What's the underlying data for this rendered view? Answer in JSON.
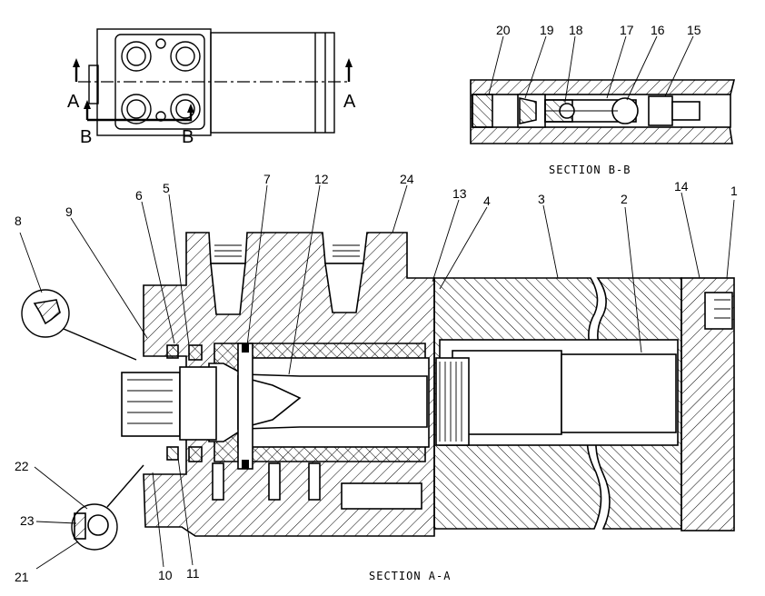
{
  "sections": {
    "a_a": "SECTION A-A",
    "b_b": "SECTION B-B"
  },
  "cut_markers": {
    "a_left": "A",
    "a_right": "A",
    "b_left": "B",
    "b_right": "B"
  },
  "callouts": {
    "c1": "1",
    "c2": "2",
    "c3": "3",
    "c4": "4",
    "c5": "5",
    "c6": "6",
    "c7": "7",
    "c8": "8",
    "c9": "9",
    "c10": "10",
    "c11": "11",
    "c12": "12",
    "c13": "13",
    "c14": "14",
    "c15": "15",
    "c16": "16",
    "c17": "17",
    "c18": "18",
    "c19": "19",
    "c20": "20",
    "c21": "21",
    "c22": "22",
    "c23": "23",
    "c24": "24"
  }
}
